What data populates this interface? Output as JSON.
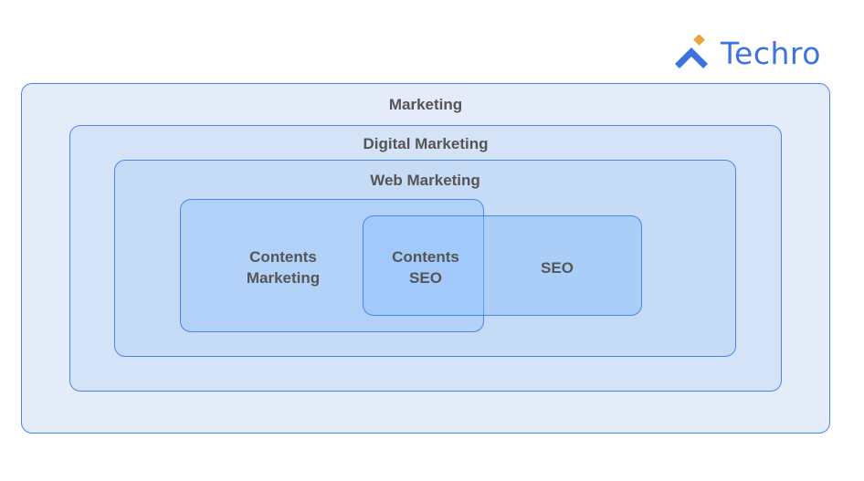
{
  "logo": {
    "text": "Techro"
  },
  "boxes": {
    "marketing": "Marketing",
    "digital_marketing": "Digital Marketing",
    "web_marketing": "Web Marketing",
    "contents_marketing": [
      "Contents",
      "Marketing"
    ],
    "contents_seo": [
      "Contents",
      "SEO"
    ],
    "seo": "SEO"
  },
  "colors": {
    "border": "#4a86e8",
    "text": "#555555",
    "brand": "#3b73e0",
    "accent": "#e8a43a"
  }
}
